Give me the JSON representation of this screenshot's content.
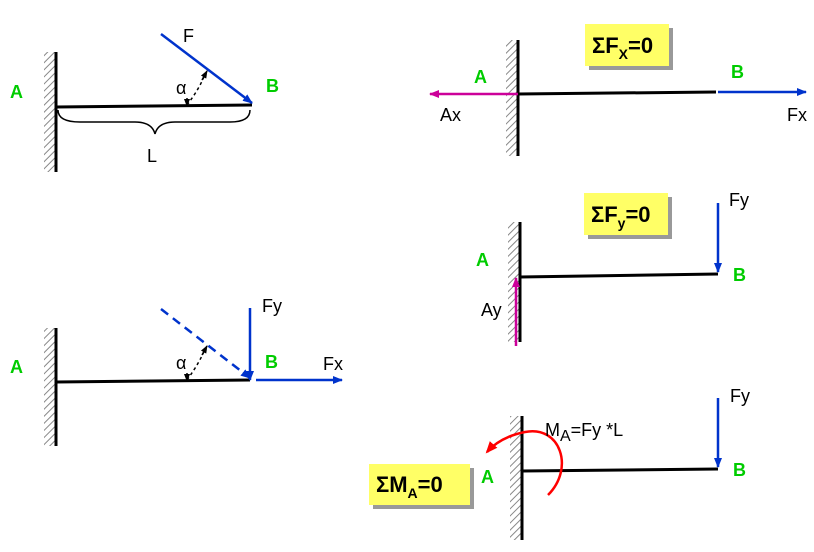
{
  "diagram1": {
    "point_a": "A",
    "point_b": "B",
    "force": "F",
    "angle": "α",
    "length": "L"
  },
  "diagram2": {
    "point_a": "A",
    "point_b": "B",
    "force_y": "Fy",
    "force_x": "Fx",
    "angle": "α"
  },
  "diagram3": {
    "equation_sigma": "Σ",
    "equation_var": "F",
    "equation_sub": "X",
    "equation_rhs": "=0",
    "point_a": "A",
    "point_b": "B",
    "reaction_x": "Ax",
    "force_x": "Fx"
  },
  "diagram4": {
    "equation_sigma": "Σ",
    "equation_var": "F",
    "equation_sub": "y",
    "equation_rhs": "=0",
    "point_a": "A",
    "point_b": "B",
    "reaction_y": "Ay",
    "force_y": "Fy"
  },
  "diagram5": {
    "equation_sigma": "Σ",
    "equation_var": "M",
    "equation_sub": "A",
    "equation_rhs": "=0",
    "moment_var": "M",
    "moment_sub": "A",
    "moment_rhs": "=Fy *L",
    "point_a": "A",
    "point_b": "B",
    "force_y": "Fy"
  },
  "colors": {
    "point_label": "#00cc00",
    "force_arrow": "#0033cc",
    "reaction_arrow": "#cc0099",
    "moment_arrow": "#ff0000",
    "equation_box": "#ffff66"
  }
}
